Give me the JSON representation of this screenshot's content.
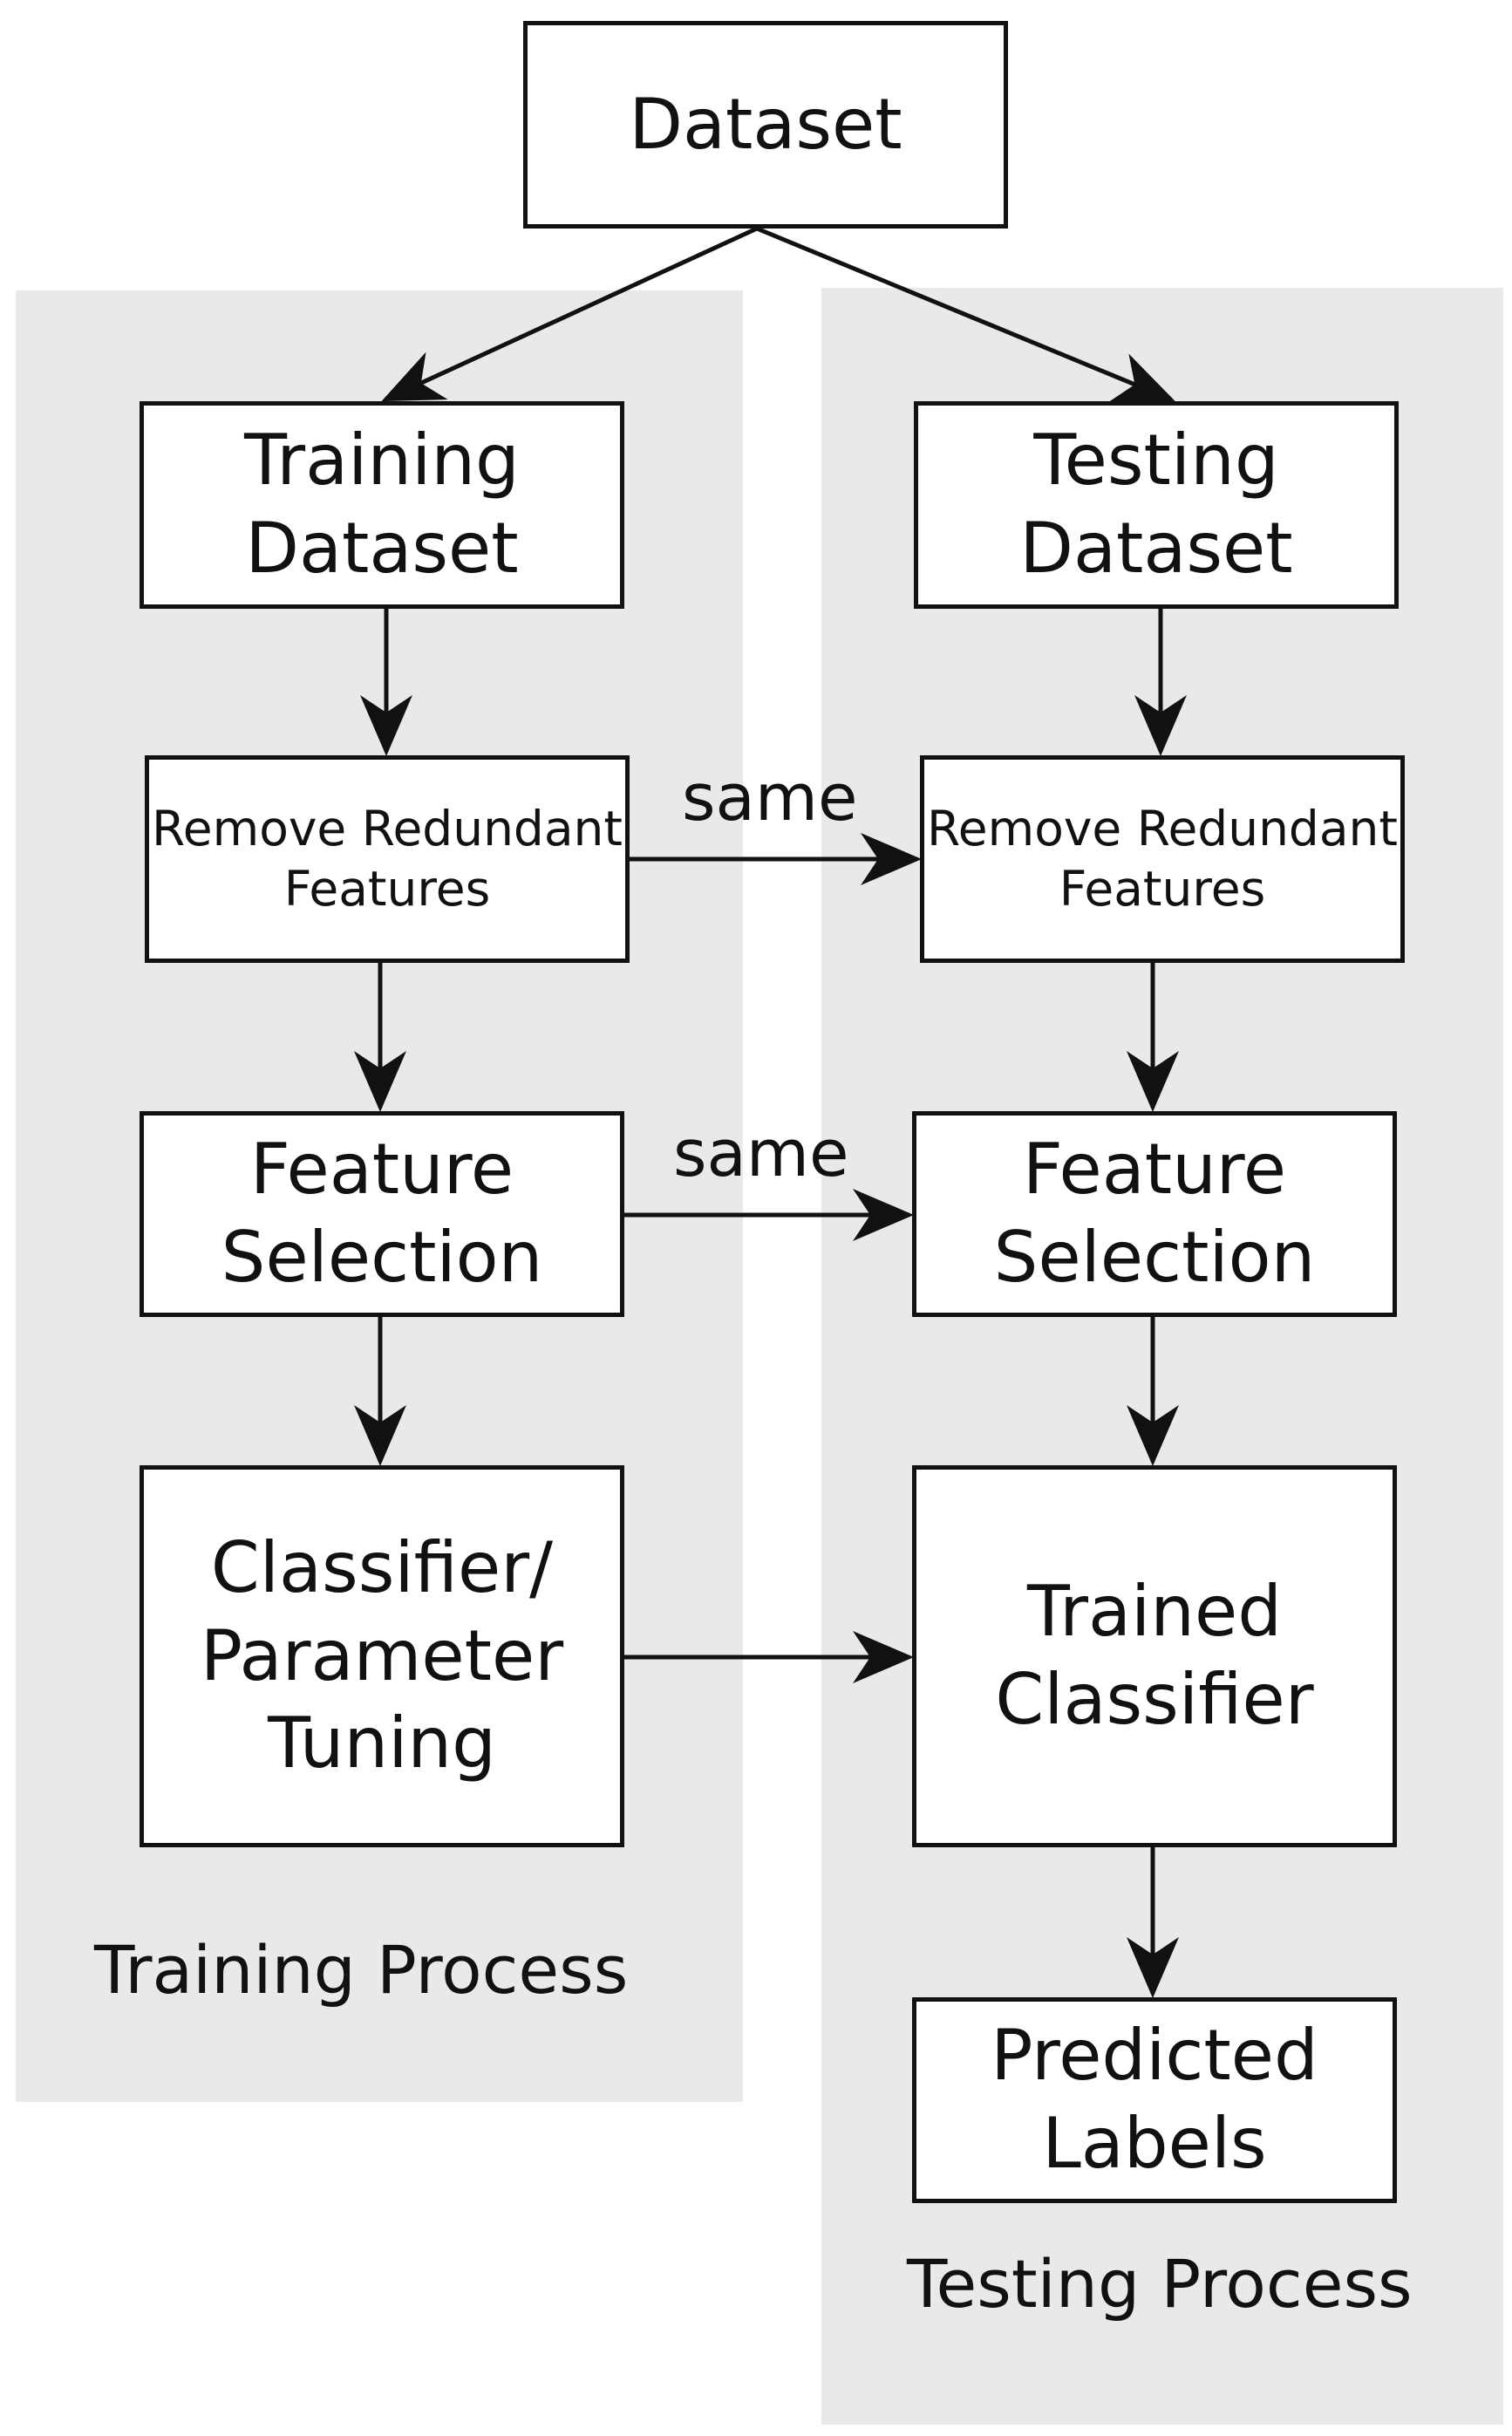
{
  "nodes": {
    "dataset": "Dataset",
    "training_dataset": "Training\nDataset",
    "testing_dataset": "Testing\nDataset",
    "remove_redundant_train": "Remove Redundant\nFeatures",
    "remove_redundant_test": "Remove Redundant\nFeatures",
    "feature_selection_train": "Feature\nSelection",
    "feature_selection_test": "Feature\nSelection",
    "classifier_tuning": "Classifier/\nParameter\nTuning",
    "trained_classifier": "Trained\nClassifier",
    "predicted_labels": "Predicted\nLabels"
  },
  "groups": {
    "training": "Training Process",
    "testing": "Testing Process"
  },
  "edge_labels": {
    "remove_same": "same",
    "feature_same": "same"
  },
  "colors": {
    "panel": "#e9e9e9",
    "stroke": "#111111",
    "box_fill": "#ffffff"
  }
}
